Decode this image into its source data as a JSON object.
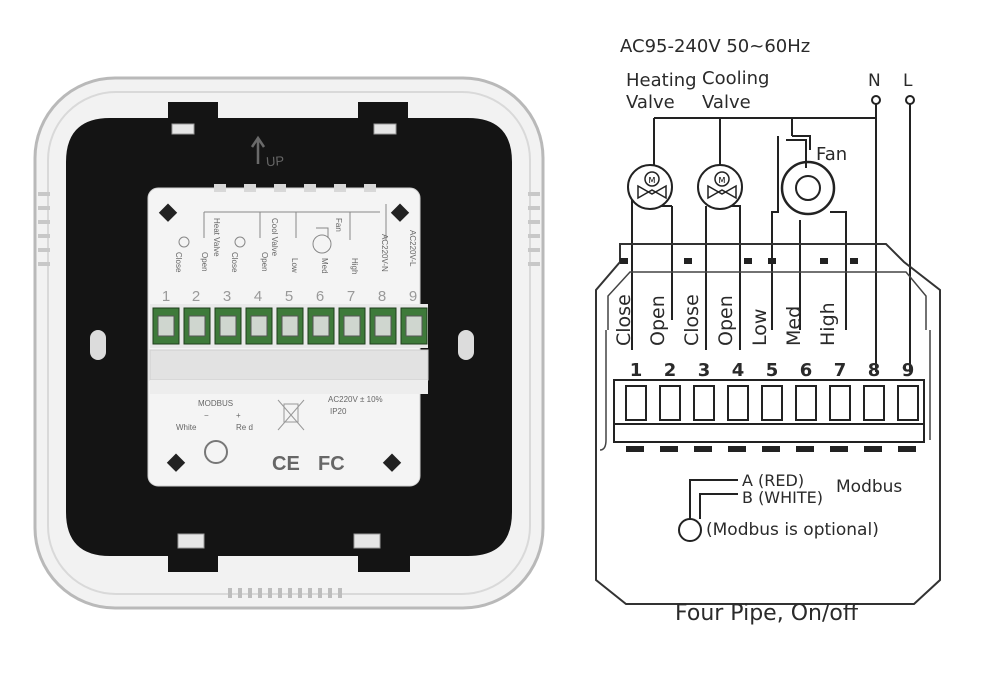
{
  "photo": {
    "arrow_label": "UP",
    "terminal_numbers": [
      "1",
      "2",
      "3",
      "4",
      "5",
      "6",
      "7",
      "8",
      "9"
    ],
    "function_labels": {
      "close1": "Close",
      "open1": "Open",
      "heat_valve": "Heat Valve",
      "close2": "Close",
      "open2": "Open",
      "cool_valve": "Cool Valve",
      "low": "Low",
      "med": "Med",
      "high": "High",
      "fan": "Fan",
      "ac_n": "AC220V-N",
      "ac_l": "AC220V-L"
    },
    "modbus_title": "MODBUS",
    "modbus_white": "White",
    "modbus_red": "Re d",
    "modbus_minus": "−",
    "modbus_plus": "+",
    "rating": "AC220V ± 10%",
    "ip": "IP20",
    "ce": "CE",
    "fc": "FC"
  },
  "diagram": {
    "supply": "AC95-240V  50~60Hz",
    "heating_line1": "Heating",
    "heating_line2": "Valve",
    "cooling_line1": "Cooling",
    "cooling_line2": "Valve",
    "n_label": "N",
    "l_label": "L",
    "fan_label": "Fan",
    "valve_symbol": "M",
    "terminal_labels": [
      "Close",
      "Open",
      "Close",
      "Open",
      "Low",
      "Med",
      "High"
    ],
    "terminal_numbers": [
      "1",
      "2",
      "3",
      "4",
      "5",
      "6",
      "7",
      "8",
      "9"
    ],
    "modbus_a": "A (RED)",
    "modbus_b": "B (WHITE)",
    "modbus_title": "Modbus",
    "modbus_note": "(Modbus is optional)",
    "caption": "Four Pipe, On/off"
  }
}
